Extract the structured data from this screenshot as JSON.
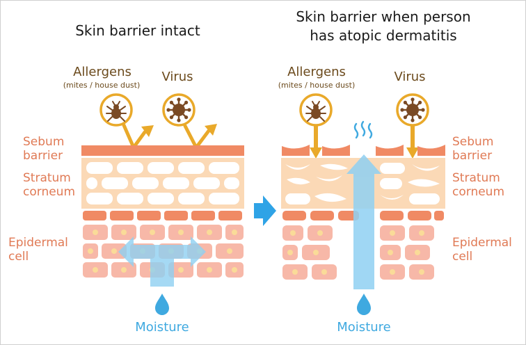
{
  "left_panel": {
    "title": "Skin barrier intact",
    "allergens": "Allergens",
    "allergens_note": "(mites / house dust)",
    "virus": "Virus",
    "layer_sebum": [
      "Sebum",
      "barrier"
    ],
    "layer_stratum": [
      "Stratum",
      "corneum"
    ],
    "layer_epidermal": [
      "Epidermal",
      "cell"
    ],
    "moisture": "Moisture"
  },
  "right_panel": {
    "title_line1": "Skin barrier when person",
    "title_line2": "has atopic dermatitis",
    "allergens": "Allergens",
    "allergens_note": "(mites / house dust)",
    "virus": "Virus",
    "layer_sebum": [
      "Sebum",
      "barrier"
    ],
    "layer_stratum": [
      "Stratum",
      "corneum"
    ],
    "layer_epidermal": [
      "Epidermal",
      "cell"
    ],
    "moisture": "Moisture"
  },
  "colors": {
    "sebum": "#f08a64",
    "stratum_bg": "#fbd9b6",
    "cell": "#f7b8a8",
    "nucleus": "#fadb98",
    "arrow_gold": "#e9a92a",
    "moisture_blue": "#3fa9e0",
    "label_brown": "#6b4a1c",
    "label_orange": "#e07a55"
  }
}
